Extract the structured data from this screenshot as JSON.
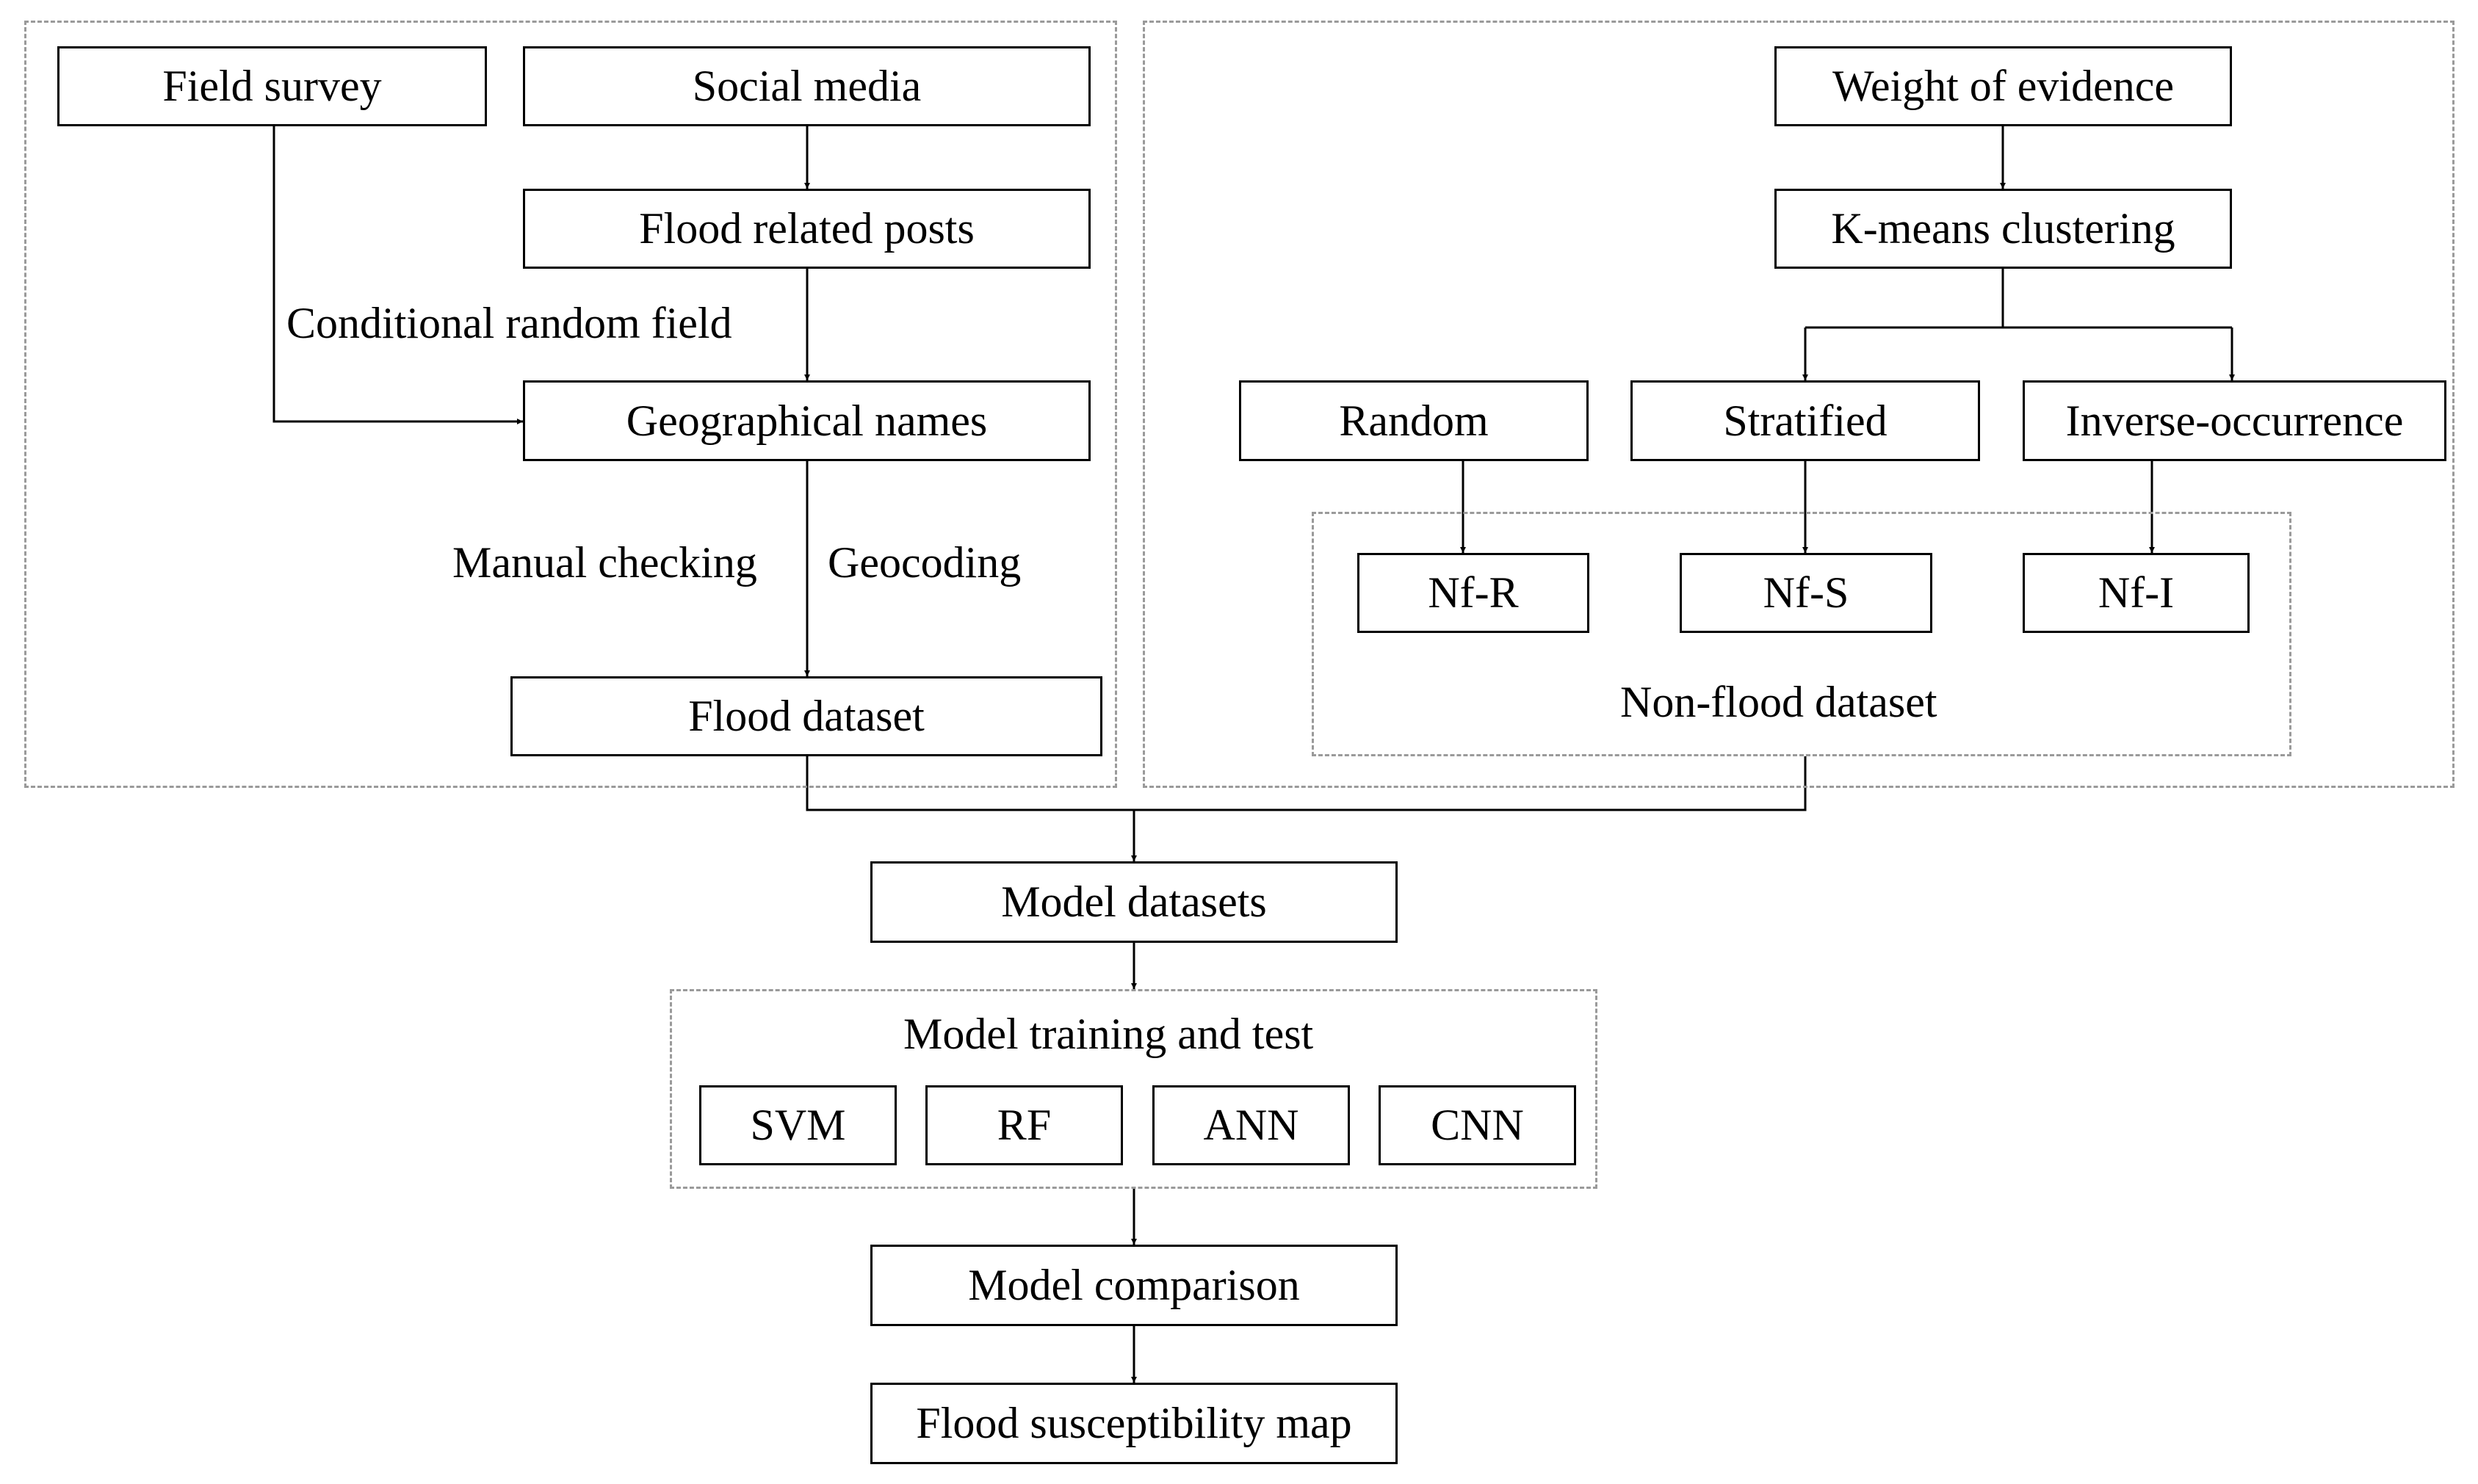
{
  "left_panel": {
    "field_survey": "Field survey",
    "social_media": "Social media",
    "flood_related_posts": "Flood related posts",
    "conditional_random_field": "Conditional random field",
    "geographical_names": "Geographical names",
    "manual_checking": "Manual checking",
    "geocoding": "Geocoding",
    "flood_dataset": "Flood dataset"
  },
  "right_panel": {
    "weight_of_evidence": "Weight of evidence",
    "k_means_clustering": "K-means clustering",
    "random": "Random",
    "stratified": "Stratified",
    "inverse_occurrence": "Inverse-occurrence",
    "nf_r": "Nf-R",
    "nf_s": "Nf-S",
    "nf_i": "Nf-I",
    "non_flood_dataset": "Non-flood dataset"
  },
  "bottom": {
    "model_datasets": "Model datasets",
    "model_training_and_test": "Model training and test",
    "svm": "SVM",
    "rf": "RF",
    "ann": "ANN",
    "cnn": "CNN",
    "model_comparison": "Model comparison",
    "flood_susceptibility_map": "Flood susceptibility map"
  },
  "colors": {
    "box_border": "#000000",
    "dashed_border": "#9a9a9a",
    "text": "#000000",
    "background": "#ffffff"
  }
}
